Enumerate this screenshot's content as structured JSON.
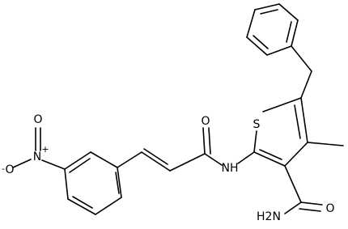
{
  "molecule": {
    "atoms": {
      "sulfur": "S",
      "amide_nh": "NH",
      "carbonyl_o1": "O",
      "carboxamide_n": "H2N",
      "carbonyl_o2": "O",
      "nitro_n": "N",
      "nitro_plus": "+",
      "nitro_o_double": "O",
      "nitro_o_single": "O",
      "nitro_minus": "-"
    }
  }
}
